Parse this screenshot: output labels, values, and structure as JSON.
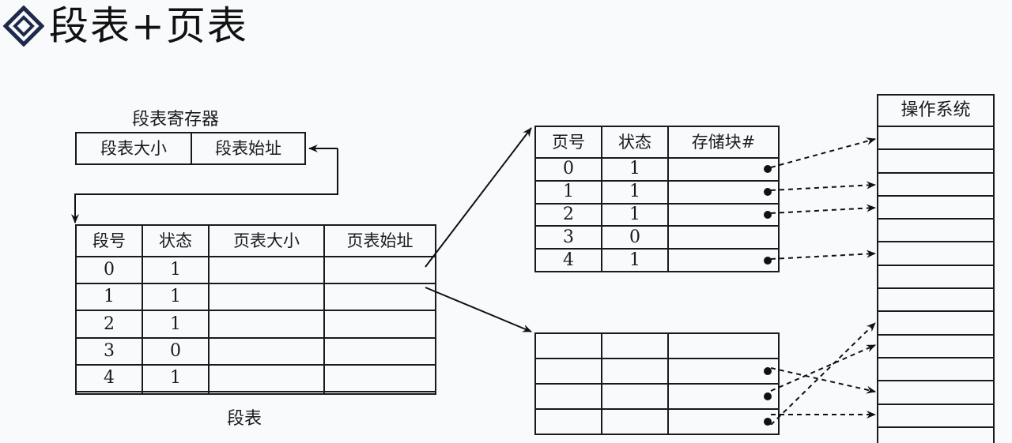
{
  "title": "段表+页表",
  "title_icon": "nested-diamond-icon",
  "segment_register": {
    "caption": "段表寄存器",
    "fields": [
      "段表大小",
      "段表始址"
    ]
  },
  "segment_table": {
    "caption": "段表",
    "headers": [
      "段号",
      "状态",
      "页表大小",
      "页表始址"
    ],
    "rows": [
      [
        "0",
        "1",
        "",
        ""
      ],
      [
        "1",
        "1",
        "",
        ""
      ],
      [
        "2",
        "1",
        "",
        ""
      ],
      [
        "3",
        "0",
        "",
        ""
      ],
      [
        "4",
        "1",
        "",
        ""
      ],
      [
        "",
        "",
        "",
        ""
      ]
    ]
  },
  "page_table_1": {
    "headers": [
      "页号",
      "状态",
      "存储块#"
    ],
    "rows": [
      [
        "0",
        "1",
        "dot"
      ],
      [
        "1",
        "1",
        "dot"
      ],
      [
        "2",
        "1",
        "dot"
      ],
      [
        "3",
        "0",
        ""
      ],
      [
        "4",
        "1",
        "dot"
      ]
    ]
  },
  "page_table_2": {
    "rows": [
      [
        "",
        "",
        ""
      ],
      [
        "",
        "",
        "dot"
      ],
      [
        "",
        "",
        "dot"
      ],
      [
        "",
        "",
        "dot"
      ]
    ]
  },
  "memory": {
    "header": "操作系统",
    "block_count": 13
  },
  "colors": {
    "background": "#f8fafc",
    "line": "#1a1a1a",
    "icon": "#1f2a4a"
  }
}
